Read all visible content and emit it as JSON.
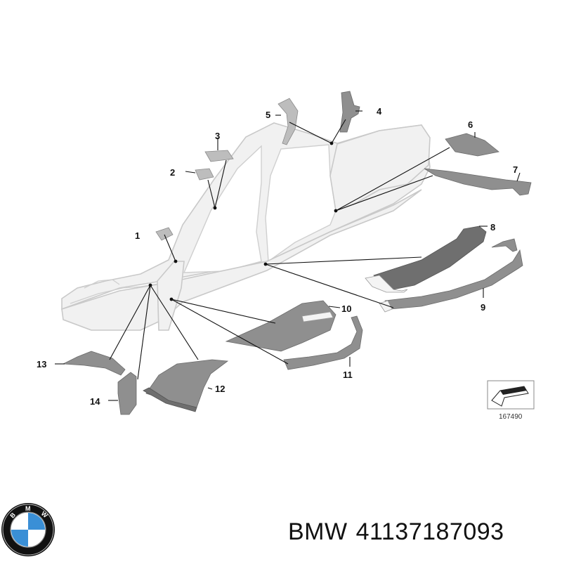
{
  "diagram": {
    "callouts": [
      "1",
      "2",
      "3",
      "4",
      "5",
      "6",
      "7",
      "8",
      "9",
      "10",
      "11",
      "12",
      "13",
      "14"
    ],
    "reference_code": "167490"
  },
  "footer": {
    "brand": "BMW",
    "part_number": "41137187093",
    "logo_letters": "BMW",
    "logo_colors": {
      "ring": "#111111",
      "blue": "#3a8fd6",
      "white": "#ffffff"
    }
  }
}
